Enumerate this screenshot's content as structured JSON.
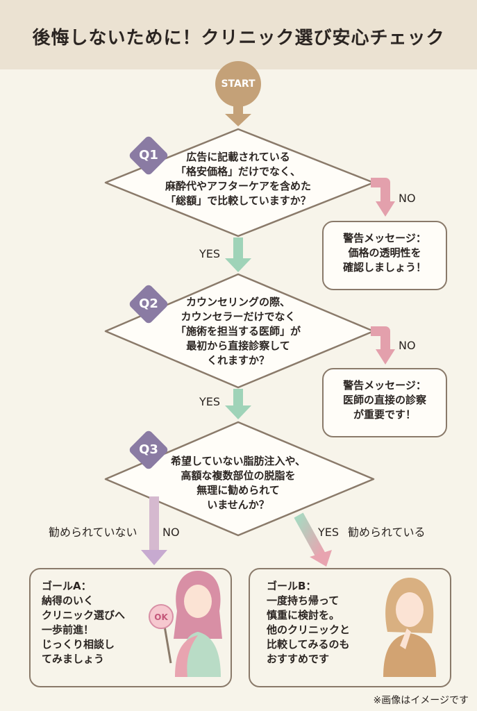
{
  "title": "後悔しないために！クリニック選び安心チェック",
  "start_label": "START",
  "q1": {
    "badge": "Q1",
    "lines": [
      "広告に記載されている",
      "「格安価格」だけでなく、",
      "麻酔代やアフターケアを含めた",
      "「総額」で比較していますか？"
    ]
  },
  "q2": {
    "badge": "Q2",
    "lines": [
      "カウンセリングの際、",
      "カウンセラーだけでなく",
      "「施術を担当する医師」が",
      "最初から直接診察して",
      "くれますか？"
    ]
  },
  "q3": {
    "badge": "Q3",
    "lines": [
      "希望していない脂肪注入や、",
      "高額な複数部位の脱脂を",
      "無理に勧められて",
      "いませんか？"
    ]
  },
  "warn1": {
    "lines": [
      "警告メッセージ：",
      "価格の透明性を",
      "確認しましょう！"
    ]
  },
  "warn2": {
    "lines": [
      "警告メッセージ：",
      "医師の直接の診察",
      "が重要です！"
    ]
  },
  "labels": {
    "yes": "YES",
    "no": "NO",
    "q3_no_left": "勧められていない",
    "q3_yes_right": "勧められている"
  },
  "goalA": {
    "lines": [
      "ゴールA：",
      "納得のいく",
      "クリニック選びへ",
      "一歩前進！",
      "じっくり相談し",
      "てみましょう"
    ],
    "badge": "OK"
  },
  "goalB": {
    "lines": [
      "ゴールB：",
      "一度持ち帰って",
      "慎重に検討を。",
      "他のクリニックと",
      "比較してみるのも",
      "おすすめです"
    ]
  },
  "note": "※画像はイメージです",
  "colors": {
    "start": "#c4a178",
    "badge": "#8a7ba3",
    "yes_arrow": "#9fd3b8",
    "no_arrow": "#e3a0ac",
    "no_arrow_a": "#c7aad0"
  }
}
